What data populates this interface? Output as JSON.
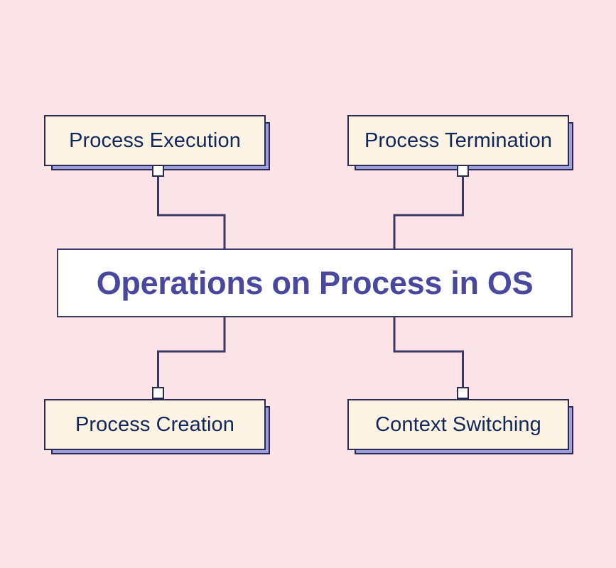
{
  "diagram": {
    "title": "Operations on Process in OS",
    "background_color": "#fce3e7",
    "center": {
      "label": "Operations on Process in OS",
      "fill": "#ffffff",
      "text_color": "#4a47a0",
      "border_color": "#3a3a63"
    },
    "nodes": [
      {
        "id": "process-execution",
        "label": "Process Execution",
        "position": "top-left",
        "fill": "#fdf4e3",
        "text_color": "#12275c",
        "border_color": "#2a2a52",
        "shadow_color": "#9d9ddd"
      },
      {
        "id": "process-termination",
        "label": "Process Termination",
        "position": "top-right",
        "fill": "#fdf4e3",
        "text_color": "#12275c",
        "border_color": "#2a2a52",
        "shadow_color": "#9d9ddd"
      },
      {
        "id": "process-creation",
        "label": "Process Creation",
        "position": "bottom-left",
        "fill": "#fdf4e3",
        "text_color": "#12275c",
        "border_color": "#2a2a52",
        "shadow_color": "#9d9ddd"
      },
      {
        "id": "context-switching",
        "label": "Context Switching",
        "position": "bottom-right",
        "fill": "#fdf4e3",
        "text_color": "#12275c",
        "border_color": "#2a2a52",
        "shadow_color": "#9d9ddd"
      }
    ],
    "connectors": [
      {
        "id": "connector-top-left",
        "from": "process-execution",
        "to": "center"
      },
      {
        "id": "connector-top-right",
        "from": "process-termination",
        "to": "center"
      },
      {
        "id": "connector-bottom-left",
        "from": "center",
        "to": "process-creation"
      },
      {
        "id": "connector-bottom-right",
        "from": "center",
        "to": "context-switching"
      }
    ],
    "connector_color": "#3a3a63"
  }
}
